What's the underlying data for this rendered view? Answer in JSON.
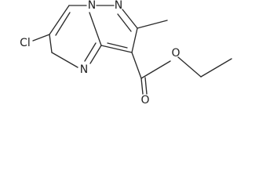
{
  "molecule": {
    "atom_labels": {
      "chloro": "Cl",
      "bridge_n": "N",
      "ring_n_upper": "N",
      "ring_n_lower": "N",
      "ester_o": "O",
      "carbonyl_o": "O"
    },
    "colors": {
      "bond": "#2b2b2b",
      "label": "#222222",
      "background": "#ffffff"
    }
  }
}
